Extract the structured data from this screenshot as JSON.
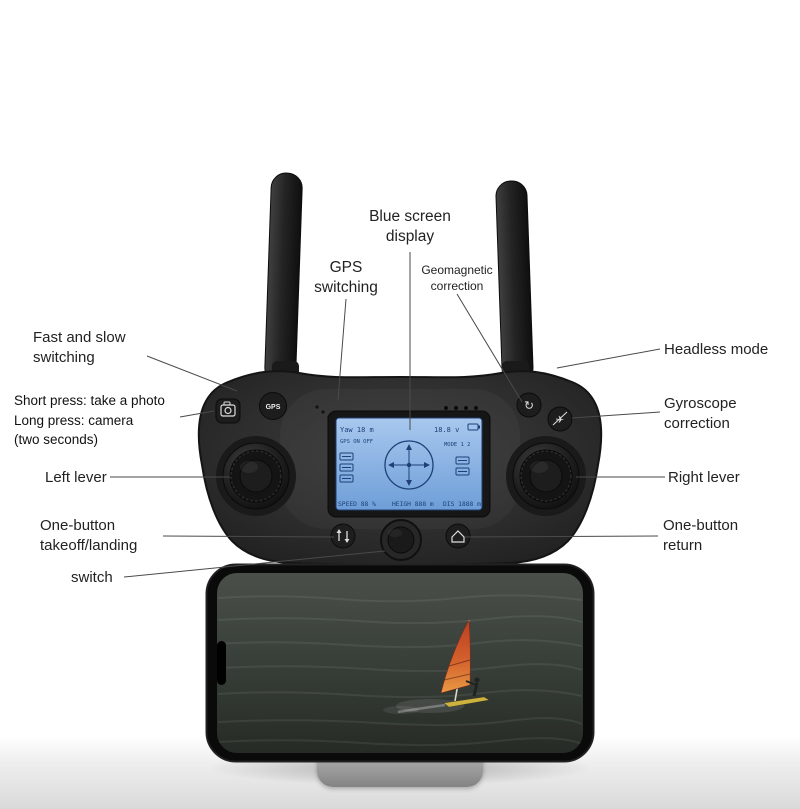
{
  "labels": {
    "blue_screen": {
      "lines": [
        "Blue screen",
        "display"
      ]
    },
    "gps_switching": {
      "lines": [
        "GPS",
        "switching"
      ]
    },
    "geomagnetic": {
      "lines": [
        "Geomagnetic",
        "correction"
      ]
    },
    "fast_slow": {
      "lines": [
        "Fast and slow",
        "switching"
      ]
    },
    "camera_press": {
      "lines": [
        "Short press: take a photo",
        "Long press: camera",
        "(two seconds)"
      ]
    },
    "left_lever": {
      "lines": [
        "Left lever"
      ]
    },
    "takeoff": {
      "lines": [
        "One-button",
        "takeoff/landing"
      ]
    },
    "switch": {
      "lines": [
        "switch"
      ]
    },
    "headless": {
      "lines": [
        "Headless mode"
      ]
    },
    "gyroscope": {
      "lines": [
        "Gyroscope",
        "correction"
      ]
    },
    "right_lever": {
      "lines": [
        "Right lever"
      ]
    },
    "one_button_return": {
      "lines": [
        "One-button",
        "return"
      ]
    }
  },
  "controller": {
    "gps_button": "GPS",
    "screen": {
      "yaw": "Yaw 18 m",
      "battery": "18.8 v",
      "gps_status": "GPS ON OFF",
      "mode": "MODE 1 2",
      "speed": "SPEED 88 %",
      "height": "HEIGH 888 m",
      "distance": "DIS 1888 m"
    }
  },
  "colors": {
    "label_text": "#222222",
    "leader_line": "#4a4a4a",
    "lcd_background": "#7fa9dc",
    "lcd_ink": "#1c4077",
    "sail_orange": "#d2552c",
    "board_yellow": "#cdb23e"
  }
}
